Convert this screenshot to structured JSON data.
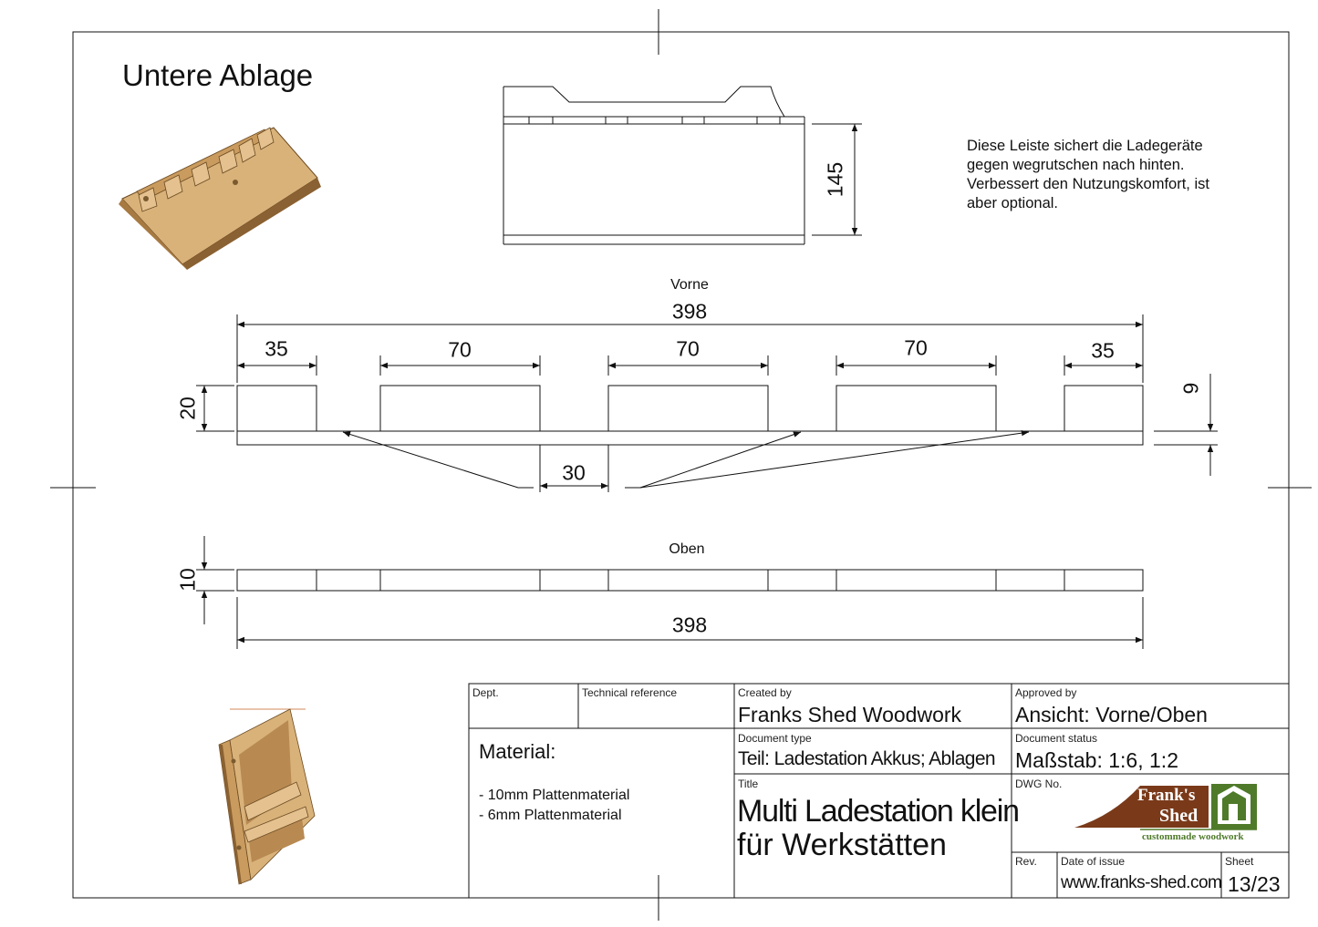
{
  "sheet": {
    "heading": "Untere Ablage",
    "note_lines": [
      "Diese Leiste sichert die Ladegeräte",
      "gegen wegrutschen nach hinten.",
      "Verbessert den Nutzungskomfort, ist",
      "aber optional."
    ]
  },
  "views": {
    "front_label": "Vorne",
    "top_label": "Oben"
  },
  "dimensions": {
    "side_height": "145",
    "front_total": "398",
    "seg_left": "35",
    "seg_mid_1": "70",
    "seg_mid_2": "70",
    "seg_mid_3": "70",
    "seg_right": "35",
    "tab_height": "20",
    "gap": "30",
    "base_thickness": "6",
    "top_thickness": "10",
    "top_total": "398"
  },
  "title_block": {
    "dept_caption": "Dept.",
    "tech_ref_caption": "Technical reference",
    "created_by_caption": "Created by",
    "created_by": "Franks Shed Woodwork",
    "approved_by_caption": "Approved by",
    "approved_by": "Ansicht: Vorne/Oben",
    "material_heading": "Material:",
    "material_lines": [
      "- 10mm Plattenmaterial",
      "- 6mm Plattenmaterial"
    ],
    "doc_type_caption": "Document type",
    "doc_type": "Teil: Ladestation Akkus; Ablagen",
    "doc_status_caption": "Document status",
    "doc_status": "Maßstab: 1:6, 1:2",
    "title_caption": "Title",
    "title_line1": "Multi Ladestation klein",
    "title_line2": "für Werkstätten",
    "dwg_caption": "DWG No.",
    "rev_caption": "Rev.",
    "date_caption": "Date of issue",
    "date_value": "www.franks-shed.com",
    "sheet_caption": "Sheet",
    "sheet_value": "13/23"
  },
  "logo": {
    "line1": "Frank's",
    "line2": "Shed",
    "tagline": "custommade woodwork"
  },
  "colors": {
    "line": "#111111",
    "wood_light": "#d8b07a",
    "wood_mid": "#b88a52",
    "wood_dark": "#7a5a2e",
    "logo_brown": "#7a3a1a",
    "logo_green": "#4f7a2a"
  }
}
